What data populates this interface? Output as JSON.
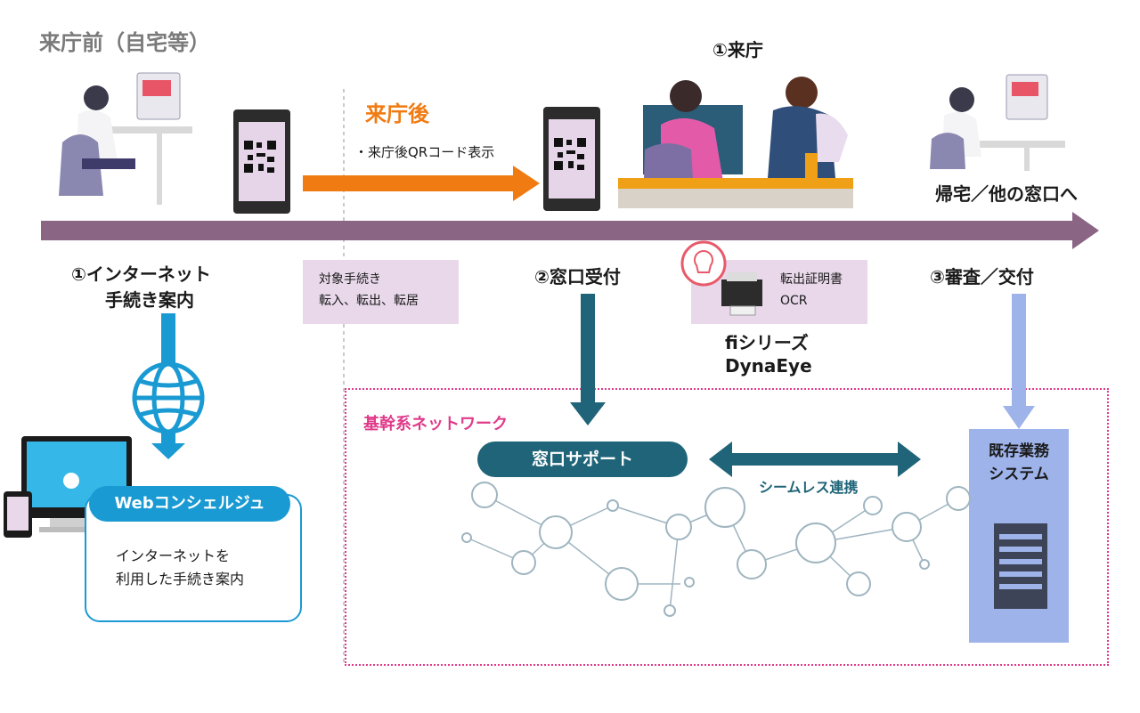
{
  "before_visit": {
    "title": "来庁前（自宅等）"
  },
  "after_visit": {
    "title": "来庁後",
    "note": "・来庁後QRコード表示"
  },
  "step1_visit": {
    "label": "①来庁"
  },
  "home_return": {
    "label": "帰宅／他の窓口へ"
  },
  "step_internet": {
    "line1": "①インターネット",
    "line2": "手続き案内"
  },
  "targets_box": {
    "line1": "対象手続き",
    "line2": "転入、転出、転居"
  },
  "step2": {
    "label": "②窓口受付"
  },
  "ocr_box": {
    "line1": "転出証明書",
    "line2": "OCR"
  },
  "product": {
    "line1": "fiシリーズ",
    "line2": "DynaEye"
  },
  "step3": {
    "label": "③審査／交付"
  },
  "network": {
    "title": "基幹系ネットワーク"
  },
  "concierge": {
    "label": "Webコンシェルジュ",
    "desc1": "インターネットを",
    "desc2": "利用した手続き案内"
  },
  "support": {
    "label": "窓口サポート"
  },
  "seamless": {
    "label": "シームレス連携"
  },
  "existing": {
    "line1": "既存業務",
    "line2": "システム"
  },
  "colors": {
    "timeline": "#8a6584",
    "orange": "#f07b12",
    "teal": "#1f6478",
    "blue": "#1a9ad3",
    "lightblue": "#9eb3ea",
    "pink": "#e03a8a",
    "lavender": "#e8d8ea"
  }
}
